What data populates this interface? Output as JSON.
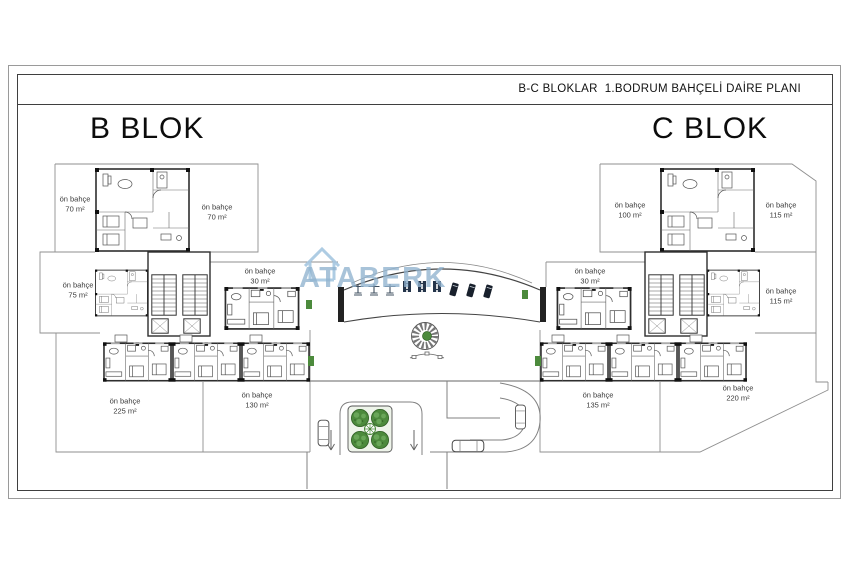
{
  "title_block": {
    "text": "B-C BLOKLAR  1.BODRUM BAHÇELİ DAİRE PLANI"
  },
  "blocks": {
    "b": {
      "title": "B BLOK"
    },
    "c": {
      "title": "C BLOK"
    }
  },
  "watermark": {
    "brand": "ATABERK",
    "icon": "house-outline-icon",
    "color": "#a3c4dc"
  },
  "gardens": [
    {
      "id": "b-front-garden-top-left",
      "label": "ön bahçe",
      "area": "70 m²"
    },
    {
      "id": "b-front-garden-top-right",
      "label": "ön bahçe",
      "area": "70 m²"
    },
    {
      "id": "b-front-garden-left",
      "label": "ön bahçe",
      "area": "75 m²"
    },
    {
      "id": "b-front-garden-mid",
      "label": "ön bahçe",
      "area": "30 m²"
    },
    {
      "id": "b-front-garden-bottom-1",
      "label": "ön bahçe",
      "area": "225 m²"
    },
    {
      "id": "b-front-garden-bottom-2",
      "label": "ön bahçe",
      "area": "130 m²"
    },
    {
      "id": "c-front-garden-mid-left",
      "label": "ön bahçe",
      "area": "100 m²"
    },
    {
      "id": "c-front-garden-top-right",
      "label": "ön bahçe",
      "area": "115 m²"
    },
    {
      "id": "c-front-garden-right",
      "label": "ön bahçe",
      "area": "115 m²"
    },
    {
      "id": "c-front-garden-mid",
      "label": "ön bahçe",
      "area": "30 m²"
    },
    {
      "id": "c-front-garden-bottom-1",
      "label": "ön bahçe",
      "area": "135 m²"
    },
    {
      "id": "c-front-garden-bottom-2",
      "label": "ön bahçe",
      "area": "220 m²"
    }
  ],
  "colors": {
    "wall": "#1a1a1a",
    "line": "#333333",
    "boundary": "#8f8f8f",
    "tree": "#4c8a3c",
    "equipment": "#24344a",
    "watermark": "#a3c4dc"
  }
}
